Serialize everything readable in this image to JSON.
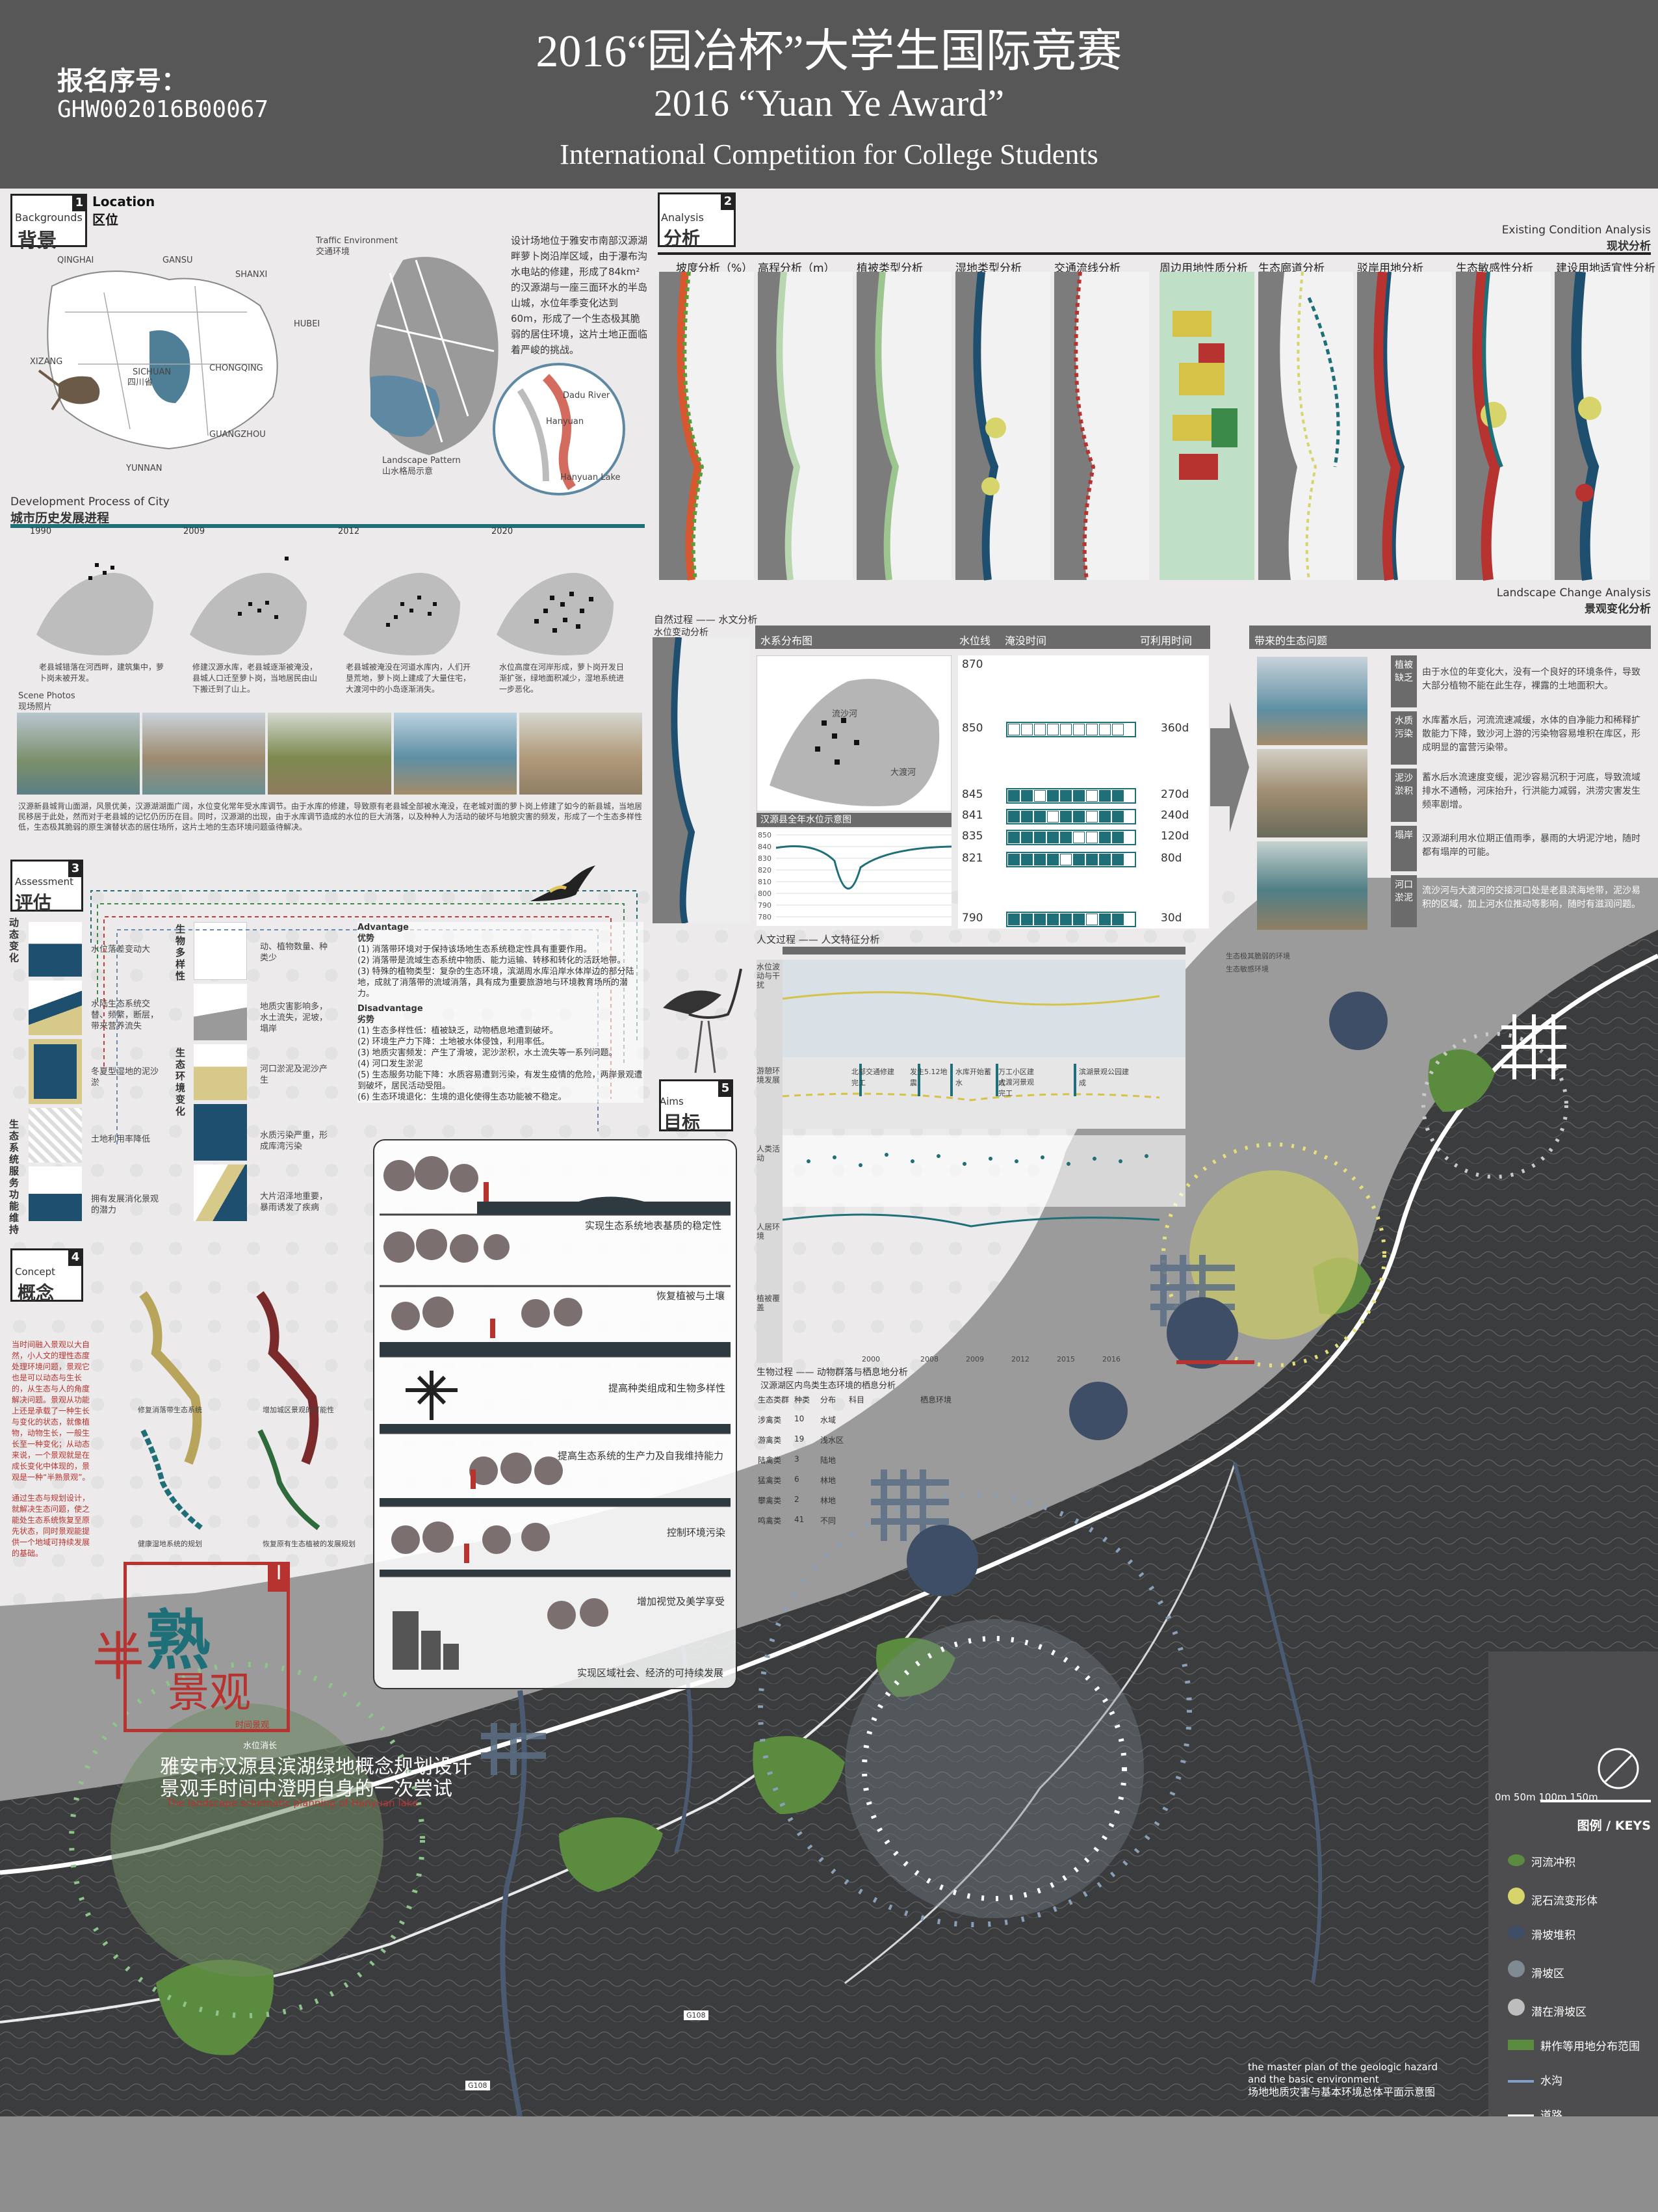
{
  "header": {
    "title_cn": "2016“园冶杯”大学生国际竞赛",
    "title_en": "2016 “Yuan Ye Award”",
    "subtitle": "International Competition for College Students",
    "reg_label": "报名序号：",
    "reg_number": "GHW002016B00067"
  },
  "background_section": {
    "num": "1",
    "en": "Backgrounds",
    "cn": "背景",
    "location_en": "Location",
    "location_cn": "区位",
    "map_labels": [
      "QINGHAI",
      "GANSU",
      "SHANXI",
      "HUBEI",
      "XIZANG",
      "SICHUAN",
      "四川省",
      "CHONGQING",
      "YUNNAN",
      "GUANGZHOU"
    ],
    "traffic_en": "Traffic Environment",
    "traffic_cn": "交通环境",
    "landscape_en": "Landscape Pattern",
    "landscape_cn": "山水格局示意",
    "inset_labels": [
      "Hanyuan",
      "Hanyuan Lake",
      "Dadu River"
    ],
    "desc": "设计场地位于雅安市南部汉源湖畔萝卜岗沿岸区域，由于瀑布沟水电站的修建，形成了84km²的汉源湖与一座三面环水的半岛山城，水位年季变化达到60m，形成了一个生态极其脆弱的居住环境，这片土地正面临着严峻的挑战。"
  },
  "development": {
    "en": "Development Process of City",
    "cn": "城市历史发展进程",
    "years": [
      "1990",
      "2009",
      "2012",
      "2020"
    ],
    "captions": [
      "老县城错落在河西畔，建筑集中，萝卜岗未被开发。",
      "修建汉源水库，老县城逐渐被淹没，县城人口迁至萝卜岗，当地居民由山下搬迁到了山上。",
      "老县城被淹没在河道水库内，人们开垦荒地，萝卜岗上建成了大量住宅，大渡河中的小岛逐渐消失。",
      "水位高度在河岸形成，萝卜岗开发日渐扩张，绿地面积减少，湿地系统进一步恶化。"
    ],
    "photos_en": "Scene Photos",
    "photos_cn": "现场照片",
    "summary": "汉源新县城背山面湖，风景优美，汉源湖湖面广阔，水位变化常年受水库调节。由于水库的修建，导致原有老县城全部被水淹没，在老城对面的萝卜岗上修建了如今的新县城，当地居民移居于此处，然而对于老县城的记忆仍历历在目。同时，汉源湖的出现，由于水库调节造成的水位的巨大消落，以及种种人为活动的破坏与地貌灾害的频发，形成了一个生态多样性低，生态极其脆弱的原生演替状态的居住场所，这片土地的生态环境问题亟待解决。"
  },
  "analysis": {
    "num": "2",
    "en": "Analysis",
    "cn": "分析",
    "existing_en": "Existing Condition Analysis",
    "existing_cn": "现状分析",
    "strips": [
      "坡度分析（%）",
      "高程分析（m）",
      "植被类型分析",
      "湿地类型分析",
      "交通流线分析",
      "周边用地性质分析",
      "生态廊道分析",
      "驳岸用地分析",
      "生态敏感性分析",
      "建设用地适宜性分析"
    ],
    "change_en": "Landscape Change Analysis",
    "change_cn": "景观变化分析"
  },
  "water_analysis": {
    "process": "自然过程 —— 水文分析",
    "sub": "水位变动分析",
    "col_distribution": "水系分布图",
    "col_level": "水位线",
    "col_flood": "淹没时间",
    "col_usable": "可利用时间",
    "col_problem": "带来的生态问题",
    "chart_title": "汉源县全年水位示意图",
    "chart_yticks": [
      "850",
      "840",
      "830",
      "820",
      "810",
      "800",
      "790",
      "780"
    ],
    "map_labels": [
      "流沙河",
      "大渡河"
    ],
    "rows": [
      {
        "level": "870",
        "days": ""
      },
      {
        "level": "850",
        "days": "360d"
      },
      {
        "level": "845",
        "days": "270d"
      },
      {
        "level": "841",
        "days": "240d"
      },
      {
        "level": "835",
        "days": "120d"
      },
      {
        "level": "821",
        "days": "80d"
      },
      {
        "level": "790",
        "days": "30d"
      }
    ],
    "problems": [
      {
        "tag": "植被缺乏",
        "text": "由于水位的年变化大，没有一个良好的环境条件，导致大部分植物不能在此生存，裸露的土地面积大。"
      },
      {
        "tag": "水质污染",
        "text": "水库蓄水后，河流流速减缓，水体的自净能力和稀释扩散能力下降，致沙河上游的污染物容易堆积在库区，形成明显的富营污染带。"
      },
      {
        "tag": "泥沙淤积",
        "text": "蓄水后水流速度变缓，泥沙容易沉积于河底，导致流域排水不通畅，河床抬升，行洪能力减弱，洪涝灾害发生频率剧增。"
      },
      {
        "tag": "塌岸",
        "text": "汉源湖利用水位期正值雨季，暴雨的大坍泥泞地，随时都有塌岸的可能。"
      },
      {
        "tag": "河口淤泥",
        "text": "流沙河与大渡河的交接河口处是老县滨海地带，泥沙易积的区域，加上河水位推动等影响，随时有滋润问题。"
      }
    ]
  },
  "human_process": {
    "title": "人文过程 —— 人文特征分析",
    "labels": [
      "水位波动与干扰",
      "游憩环境发展",
      "人类活动",
      "人居环境",
      "植被覆盖"
    ],
    "years": [
      "2000",
      "2008",
      "2009",
      "2012",
      "2015",
      "2016"
    ],
    "events": [
      "北部交通修建完工",
      "发生5.12地震",
      "水库开始蓄水",
      "万工小区建成",
      "大渡河景观完工",
      "滨湖景观公园建成"
    ],
    "legend": [
      "生态极其脆弱的环境",
      "生态敏感环境"
    ]
  },
  "bio_process": {
    "title": "生物过程 —— 动物群落与栖息地分析",
    "sub": "汉源湖区内鸟类生态环境的栖息分析",
    "cols": [
      "生态类群",
      "种类",
      "分布",
      "科目",
      "栖息环境"
    ],
    "rows": [
      [
        "涉禽类",
        "10",
        "水域"
      ],
      [
        "游禽类",
        "19",
        "浅水区"
      ],
      [
        "陆禽类",
        "3",
        "陆地"
      ],
      [
        "猛禽类",
        "6",
        "林地"
      ],
      [
        "攀禽类",
        "2",
        "林地"
      ],
      [
        "鸣禽类",
        "41",
        "不同"
      ]
    ]
  },
  "assessment": {
    "num": "3",
    "en": "Assessment",
    "cn": "评估",
    "side_labels": [
      "动态变化",
      "生物多样性",
      "生态环境变化",
      "生态系统服务功能维持"
    ],
    "left_items": [
      "水位落差变动大",
      "水陆生态系统交替、频繁，断层，带来营养流失",
      "冬夏型湿地的泥沙淤",
      "土地利用率降低",
      "拥有发展消化景观的潜力"
    ],
    "right_items": [
      "动、植物数量、种类少",
      "地质灾害影响多，水土流失，泥坡，塌岸",
      "河口淤泥及泥沙产生",
      "水质污染严重，形成库湾污染",
      "大片沼泽地重要，暴雨诱发了疾病"
    ],
    "advantage_en": "Advantage",
    "advantage_cn": "优势",
    "advantages": [
      "(1) 消落带环境对于保持该场地生态系统稳定性具有重要作用。",
      "(2) 消落带是流域生态系统中物质、能力运输、转移和转化的活跃地带。",
      "(3) 特殊的植物类型：复杂的生态环境，滨湖周水库沿岸水体岸边的部分陆地，成就了消落带的流域消落，具有成为重要旅游地与环境教育场所的潜力。"
    ],
    "disadvantage_en": "Disadvantage",
    "disadvantage_cn": "劣势",
    "disadvantages": [
      "(1) 生态多样性低：植被缺乏，动物栖息地遭到破坏。",
      "(2) 环境生产力下降：土地被水体侵蚀，利用率低。",
      "(3) 地质灾害频发：产生了滑坡，泥沙淤积，水土流失等一系列问题。",
      "(4) 河口发生淤泥",
      "(5) 生态服务功能下降：水质容易遭到污染，有发生疫情的危险，两岸景观遭到破坏，居民活动受阻。",
      "(6) 生态环境退化：生境的退化使得生态功能被不稳定。"
    ]
  },
  "concept": {
    "num": "4",
    "en": "Concept",
    "cn": "概念",
    "text": "当时间融入景观以大自然，小人文的理性态度处理环境问题，景观它也是可以动态与生长的，从生态与人的角度解决问题。景观从功能上还是承载了一种生长与变化的状态，就像植物，动物生长，一般生长至一种变化；从动态来说，一个景观就是在成长变化中体现的，景观是一种“半熟景观”。",
    "text2": "通过生态与规划设计，就解决生态问题，使之能处生态系统恢复至原先状态，同时景观能提供一个地域可持续发展的基础。",
    "map_captions": [
      "修复消落带生态系统",
      "增加城区景观的可能性",
      "健康湿地系统的规划",
      "恢复原有生态植被的发展规划"
    ]
  },
  "aims": {
    "num": "5",
    "en": "Aims",
    "cn": "目标",
    "items": [
      "实现生态系统地表基质的稳定性",
      "恢复植被与土壤",
      "提高种类组成和生物多样性",
      "提高生态系统的生产力及自我维持能力",
      "控制环境污染",
      "增加视觉及美学享受",
      "实现区域社会、经济的可持续发展"
    ]
  },
  "title_block": {
    "big1": "半",
    "big2": "熟",
    "big3": "景观",
    "tag": "I",
    "tag2": "时间景观",
    "tag3": "水位消长",
    "project_title_line1": "雅安市汉源县滨湖绿地概念规划设计",
    "project_title_line2": "景观手时间中澄明自身的一次尝试",
    "project_en": "The landscape schematic planning of Hanyuan lake"
  },
  "masterplan": {
    "caption_en1": "the master plan of the geologic hazard",
    "caption_en2": "and the basic environment",
    "caption_cn": "场地地质灾害与基本环境总体平面示意图",
    "scale": "0m  50m  100m  150m",
    "legend_title": "图例 / KEYS",
    "legend": [
      "河流冲积",
      "泥石流变形体",
      "滑坡堆积",
      "滑坡区",
      "潜在滑坡区",
      "耕作等用地分布范围",
      "水沟",
      "道路"
    ],
    "road_labels": [
      "G108",
      "G108"
    ]
  }
}
